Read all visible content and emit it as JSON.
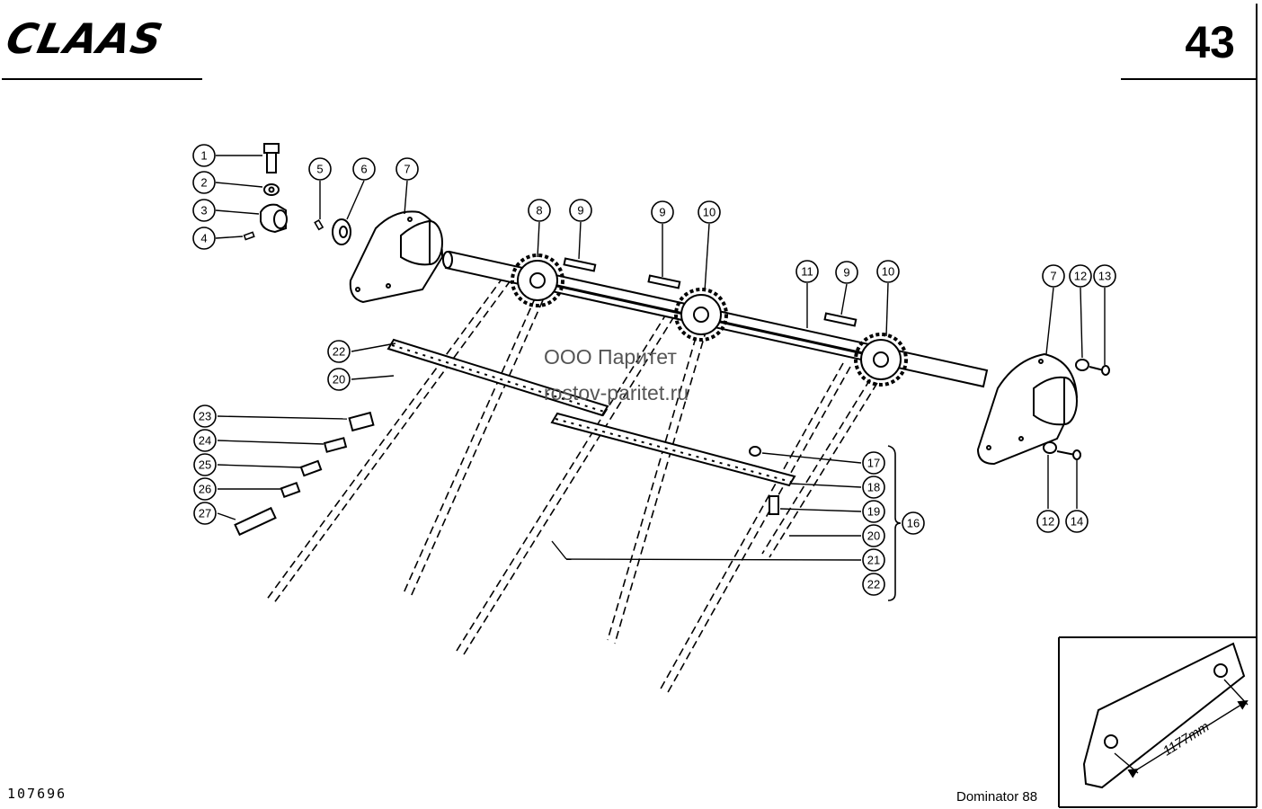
{
  "header": {
    "brand": "CLAAS",
    "page_number": "43"
  },
  "footer": {
    "doc_number": "107696",
    "model": "Dominator 88"
  },
  "watermark": {
    "line1": "ООО Паритет",
    "line2": "rostov-paritet.ru"
  },
  "callouts": {
    "c1": "1",
    "c2": "2",
    "c3": "3",
    "c4": "4",
    "c5": "5",
    "c6": "6",
    "c7a": "7",
    "c8": "8",
    "c9a": "9",
    "c9b": "9",
    "c10a": "10",
    "c11": "11",
    "c9c": "9",
    "c10b": "10",
    "c7b": "7",
    "c12a": "12",
    "c13": "13",
    "c22a": "22",
    "c20a": "20",
    "c23": "23",
    "c24": "24",
    "c25": "25",
    "c26": "26",
    "c27": "27",
    "c17": "17",
    "c18": "18",
    "c19": "19",
    "c20b": "20",
    "c21": "21",
    "c22b": "22",
    "c16": "16",
    "c12b": "12",
    "c14": "14"
  },
  "inset": {
    "dimension": "1177mm"
  }
}
